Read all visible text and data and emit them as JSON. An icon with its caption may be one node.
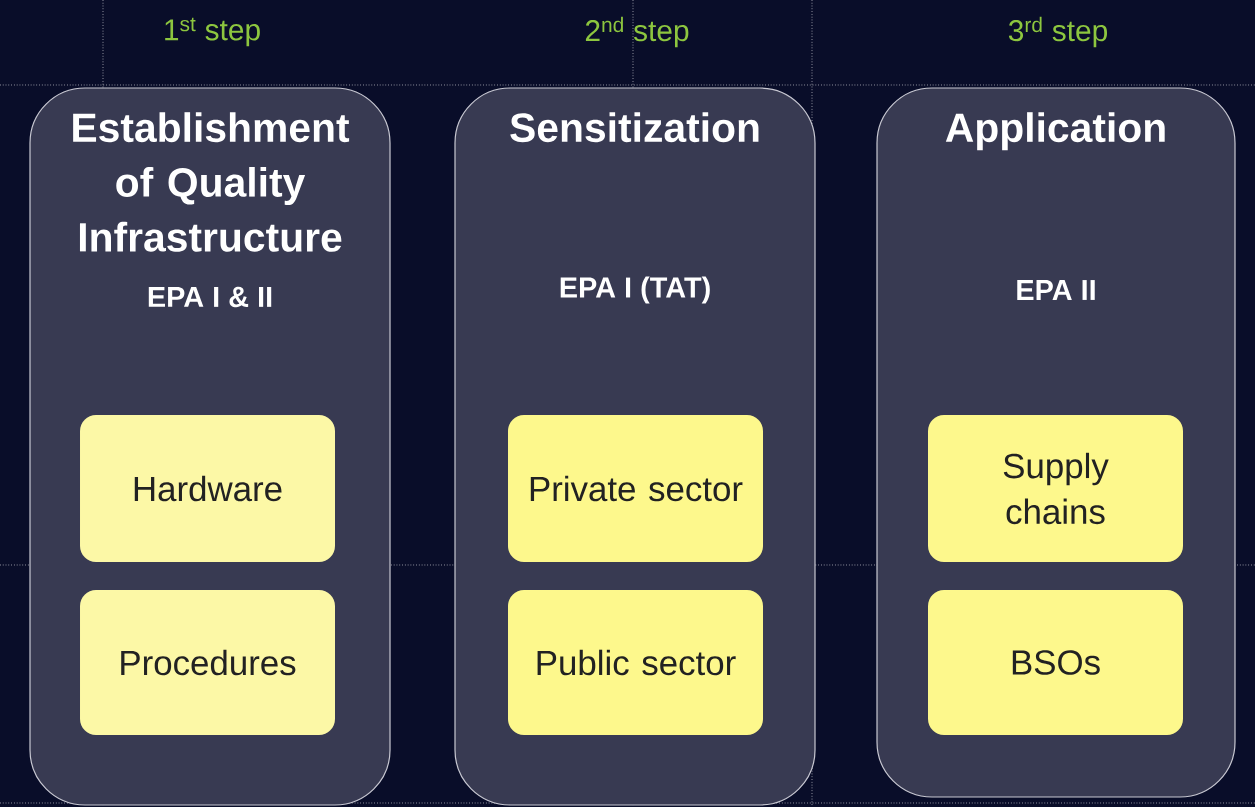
{
  "diagram": {
    "nodes": [
      {
        "text": [
          "1$^{st}$ step",
          "Establishment of Quality Infrastructure",
          "EPA I & II"
        ]
      },
      {
        "text": [
          "Hardware"
        ],
        "in": 0
      },
      {
        "text": [
          "Procedures"
        ],
        "in": 0
      },
      {
        "text": [
          "2$^{nd}$ step",
          "Sensitization",
          "EPA I (TAT)"
        ]
      },
      {
        "text": [
          "Private sector"
        ],
        "in": 3
      },
      {
        "text": [
          "Public sector"
        ],
        "in": 3
      },
      {
        "text": [
          "3$^{rd}$ step",
          "Application",
          "EPA II"
        ]
      },
      {
        "text": [
          "Supply chains"
        ],
        "in": 6
      },
      {
        "text": [
          "BSOs"
        ],
        "in": 6
      }
    ]
  }
}
